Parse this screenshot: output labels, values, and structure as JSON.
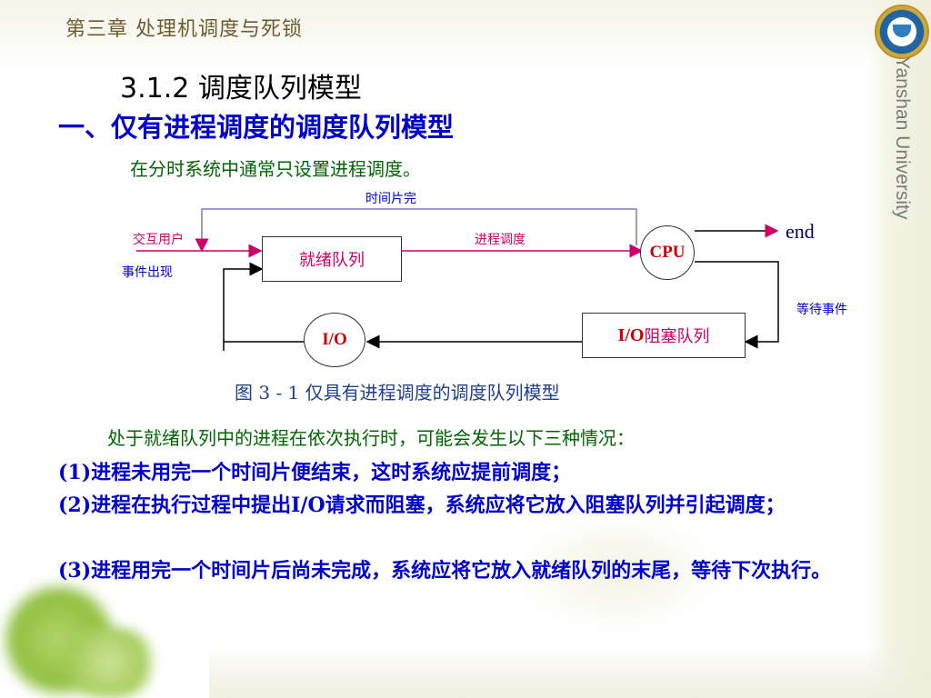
{
  "chapter_title": "第三章  处理机调度与死锁",
  "university_name": "Yanshan University",
  "section_title": "3.1.2  调度队列模型",
  "subsection_title": "一、仅有进程调度的调度队列模型",
  "intro_text": "在分时系统中通常只设置进程调度。",
  "diagram": {
    "time_slice_label": "时间片完",
    "interactive_user_label": "交互用户",
    "event_label": "事件出现",
    "ready_queue_label": "就绪队列",
    "dispatch_label": "进程调度",
    "cpu_label": "CPU",
    "end_label": "end",
    "wait_event_label": "等待事件",
    "io_blocked_prefix": "I/O",
    "io_blocked_suffix": "阻塞队列",
    "io_label": "I/O",
    "colors": {
      "label_blue": "#0000cc",
      "arrow_magenta": "#cc0066",
      "node_red": "#cc0000"
    }
  },
  "figure_caption": "图 3 - 1 仅具有进程调度的调度队列模型",
  "paragraph": "处于就绪队列中的进程在依次执行时，可能会发生以下三种情况：",
  "cases": [
    "(1)进程未用完一个时间片便结束，这时系统应提前调度；",
    "(2)进程在执行过程中提出I/O请求而阻塞，系统应将它放入阻塞队列并引起调度；",
    "(3)进程用完一个时间片后尚未完成，系统应将它放入就绪队列的末尾，等待下次执行。"
  ],
  "icons": [
    "university-logo-icon",
    "vine-decoration-icon",
    "leaf-decoration-icon"
  ]
}
